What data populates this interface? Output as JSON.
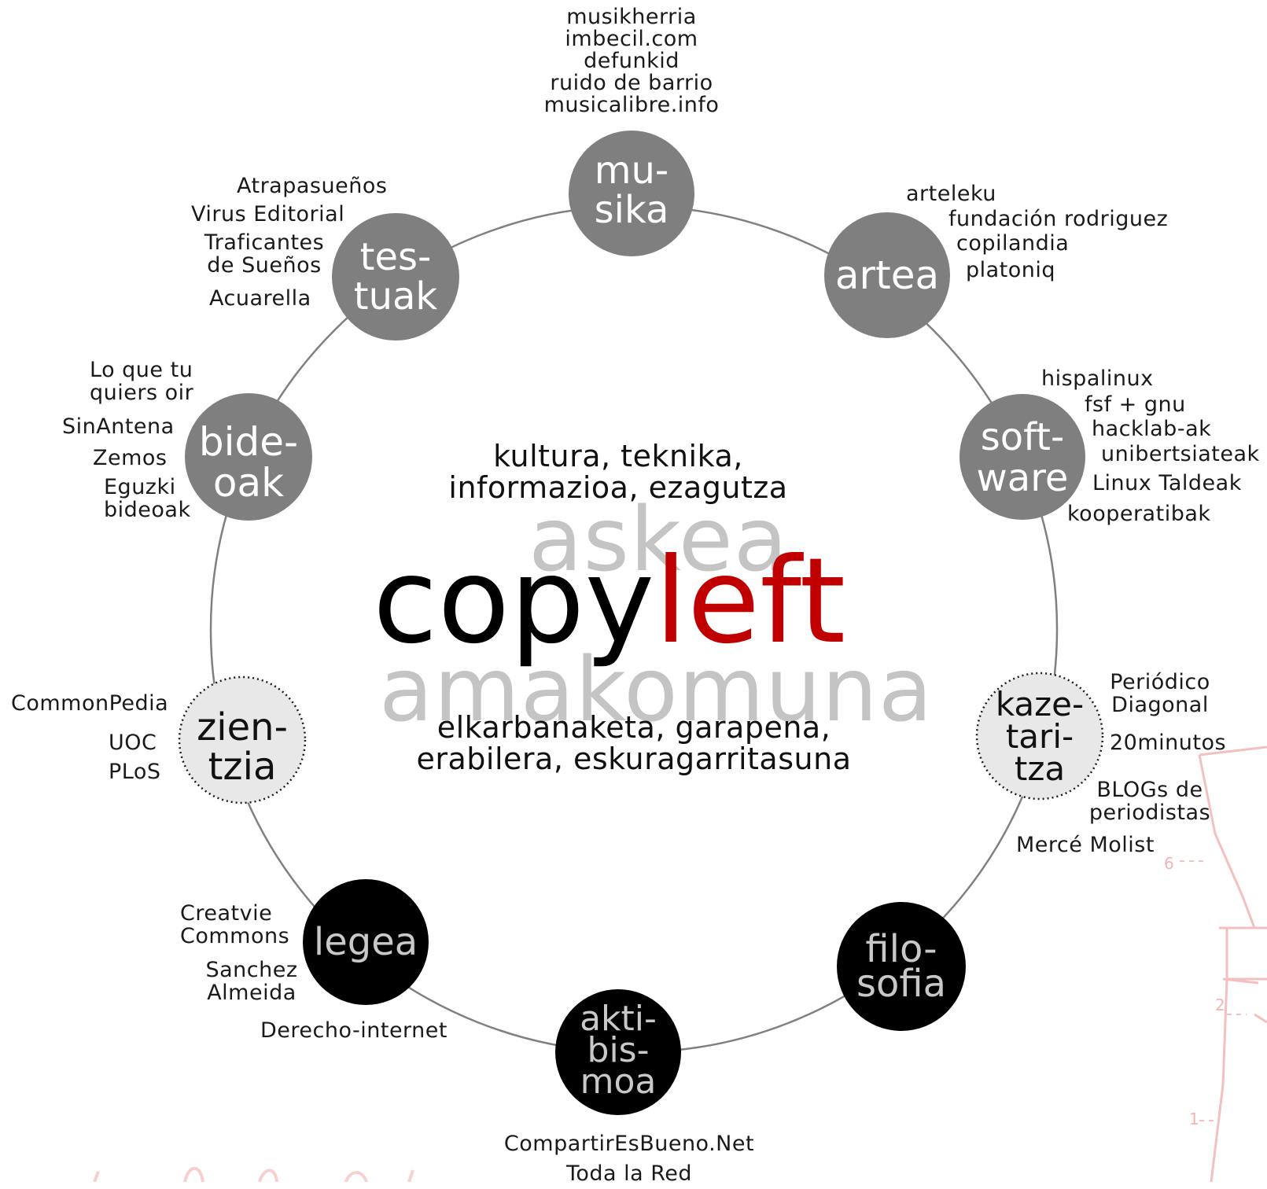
{
  "center": {
    "line1": "kultura, teknika,",
    "line2": "informazioa, ezagutza",
    "askea": "askea",
    "copy": "copy",
    "left": "left",
    "amakomuna": "amakomuna",
    "line3": "elkarbanaketa, garapena,",
    "line4": "erabilera, eskuragarritasuna",
    "copy_color": "#000000",
    "left_color": "#c00000",
    "muted_color": "#c4c4c4"
  },
  "colors": {
    "ring": "#808080",
    "node_gray": "#7f7f7f",
    "node_light": "#e8e8e8",
    "node_black": "#000000",
    "text_on_gray": "#ffffff",
    "text_on_light": "#111111",
    "text_on_black": "#c8c8c8"
  },
  "nodes": {
    "musika": {
      "lines": [
        "mu-",
        "sika"
      ],
      "style": "gray",
      "labels": [
        "musikherria",
        "imbecil.com",
        "defunkid",
        "ruido de barrio",
        "musicalibre.info"
      ]
    },
    "artea": {
      "lines": [
        "artea"
      ],
      "style": "gray",
      "labels": [
        "arteleku",
        "fundación rodriguez",
        "copilandia",
        "platoniq"
      ]
    },
    "software": {
      "lines": [
        "soft-",
        "ware"
      ],
      "style": "gray",
      "labels": [
        "hispalinux",
        "fsf + gnu",
        "hacklab-ak",
        "unibertsiateak",
        "Linux Taldeak",
        "kooperatibak"
      ]
    },
    "kazetaritza": {
      "lines": [
        "kaze-",
        "tari-",
        "tza"
      ],
      "style": "light",
      "labels": [
        "Periódico",
        "Diagonal",
        "20minutos",
        "BLOGs de",
        "periodistas",
        "Mercé Molist"
      ]
    },
    "filosofia": {
      "lines": [
        "filo-",
        "sofia"
      ],
      "style": "black",
      "labels": []
    },
    "aktibismoa": {
      "lines": [
        "akti-",
        "bis-",
        "moa"
      ],
      "style": "black",
      "labels": [
        "CompartirEsBueno.Net",
        "Toda la Red"
      ]
    },
    "legea": {
      "lines": [
        "legea"
      ],
      "style": "black",
      "labels": [
        "Creatvie",
        "Commons",
        "Sanchez",
        "Almeida",
        "Derecho-internet"
      ]
    },
    "zientzia": {
      "lines": [
        "zien-",
        "tzia"
      ],
      "style": "light",
      "labels": [
        "CommonPedia",
        "UOC",
        "PLoS"
      ]
    },
    "bideoak": {
      "lines": [
        "bide-",
        "oak"
      ],
      "style": "gray",
      "labels": [
        "Lo que tu",
        "quiers oir",
        "SinAntena",
        "Zemos",
        "Eguzki",
        "bideoak"
      ]
    },
    "testuak": {
      "lines": [
        "tes-",
        "tuak"
      ],
      "style": "gray",
      "labels": [
        "Atrapasueños",
        "Virus Editorial",
        "Traficantes",
        "de Sueños",
        "Acuarella"
      ]
    }
  },
  "background": {
    "corner_digits": [
      "6",
      "2",
      "1"
    ]
  }
}
